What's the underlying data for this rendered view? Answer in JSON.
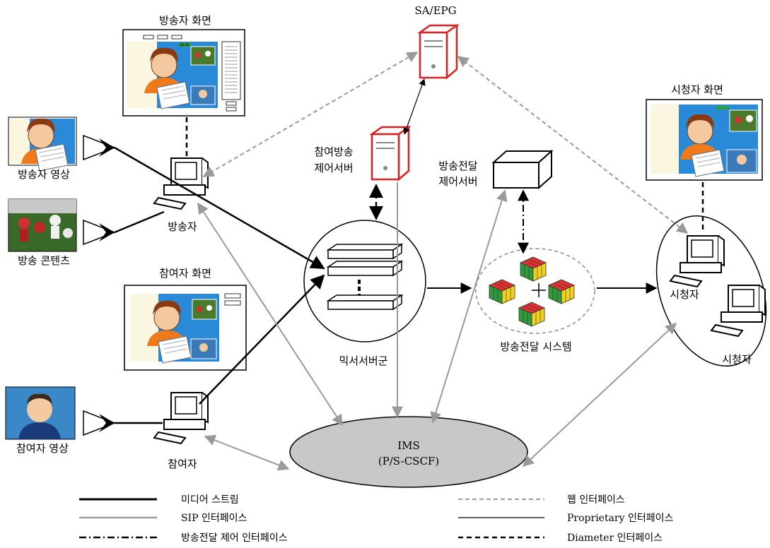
{
  "labels": {
    "broadcaster_screen": "방송자 화면",
    "sa_epg": "SA/EPG",
    "viewer_screen": "시청자 화면",
    "broadcaster_video": "방송자 영상",
    "broadcast_content": "방송 콘텐츠",
    "broadcaster": "방송자",
    "participation_server": [
      "참여방송",
      "제어서버"
    ],
    "delivery_server": [
      "방송전달",
      "제어서버"
    ],
    "participant_screen": "참여자 화면",
    "mixer_group": "믹서서버군",
    "delivery_system": "방송전달 시스템",
    "viewer_inner": "시청자",
    "viewer_outer": "시청자",
    "participant_video": "참여자 영상",
    "participant": "참여자",
    "ims": [
      "IMS",
      "(P/S-CSCF)"
    ],
    "on_air": "ON AIR"
  },
  "legend": [
    {
      "label": "미디어 스트림",
      "style": "media"
    },
    {
      "label": "SIP 인터페이스",
      "style": "sip"
    },
    {
      "label": "방송전달 제어 인터페이스",
      "style": "delivery"
    },
    {
      "label": "웹 인터페이스",
      "style": "web"
    },
    {
      "label": "Proprietary 인터페이스",
      "style": "proprietary"
    },
    {
      "label": "Diameter 인터페이스",
      "style": "diameter"
    }
  ],
  "colors": {
    "media": "#000000",
    "sip": "#9a9a9a",
    "web": "#9a9a9a",
    "server_red": "#e02020",
    "ims_fill": "#c8c8c8",
    "screen_blue": "#2a8ad8"
  }
}
